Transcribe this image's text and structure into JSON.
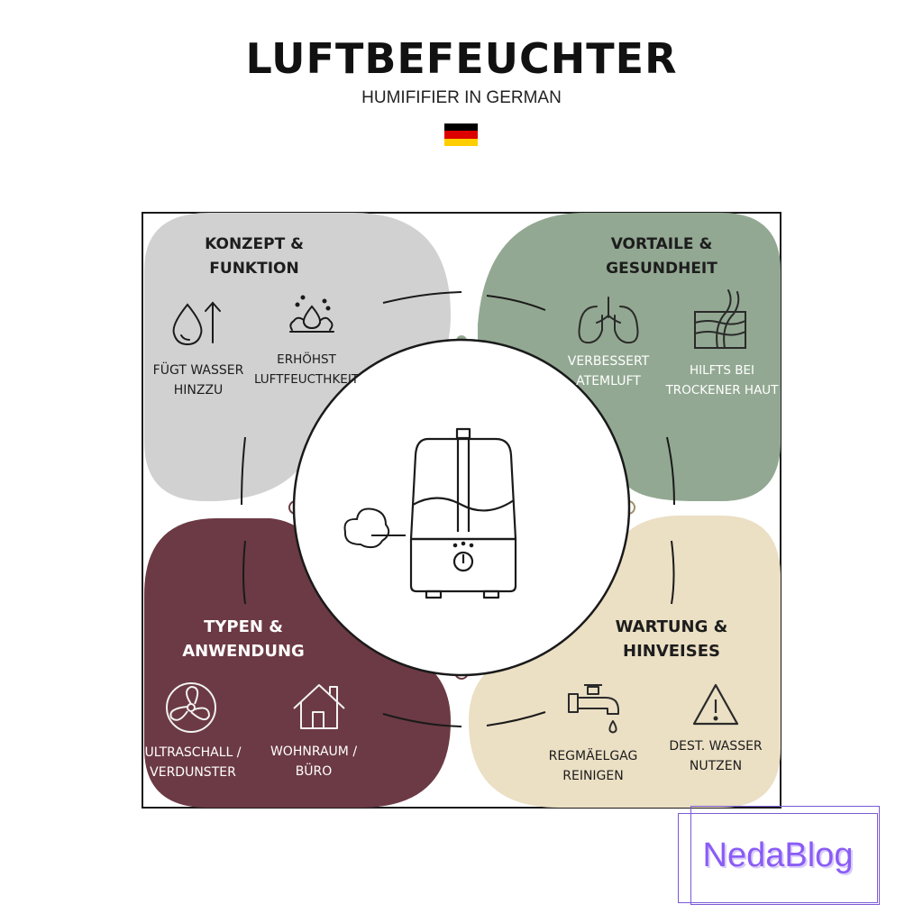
{
  "header": {
    "title": "LUFTBEFEUCHTER",
    "subtitle": "HUMIFIFIER IN GERMAN",
    "flag_colors": [
      "#000000",
      "#dd0000",
      "#ffce00"
    ]
  },
  "colors": {
    "konzept": "#d1d1d1",
    "vorteile": "#92a892",
    "typen": "#6c3a44",
    "wartung": "#ebdfc4",
    "line": "#1a1a1a"
  },
  "center": {
    "icon": "humidifier-icon",
    "mist_icon": "cloud-mist-icon"
  },
  "quadrants": {
    "konzept": {
      "title": [
        "KONZEPT &",
        "FUNKTION"
      ],
      "items": [
        {
          "icon": "water-drop-arrow-icon",
          "label": [
            "FÜGT WASSER",
            "HINZZU"
          ]
        },
        {
          "icon": "drop-steam-icon",
          "label": [
            "ERHÖHST",
            "LUFTFEUCTHKEIT"
          ]
        }
      ]
    },
    "vorteile": {
      "title": [
        "VORTAILE &",
        "GESUNDHEIT"
      ],
      "items": [
        {
          "icon": "lungs-icon",
          "label": [
            "VERBESSERT",
            "ATEMLUFT"
          ]
        },
        {
          "icon": "skin-layers-icon",
          "label": [
            "HILFTS BEI",
            "TROCKENER HAUT"
          ]
        }
      ]
    },
    "typen": {
      "title": [
        "TYPEN &",
        "ANWENDUNG"
      ],
      "items": [
        {
          "icon": "fan-icon",
          "label": [
            "ULTRASCHALL /",
            "VERDUNSTER"
          ]
        },
        {
          "icon": "house-icon",
          "label": [
            "WOHNRAUM / BÜRO"
          ]
        }
      ]
    },
    "wartung": {
      "title": [
        "WARTUNG &",
        "HINVEISES"
      ],
      "items": [
        {
          "icon": "faucet-icon",
          "label": [
            "REGMÄELGAG",
            "REINIGEN"
          ]
        },
        {
          "icon": "warning-icon",
          "label": [
            "DEST. WASSER",
            "NUTZEN"
          ]
        }
      ]
    }
  },
  "watermark": {
    "text": "NedaBlog"
  }
}
